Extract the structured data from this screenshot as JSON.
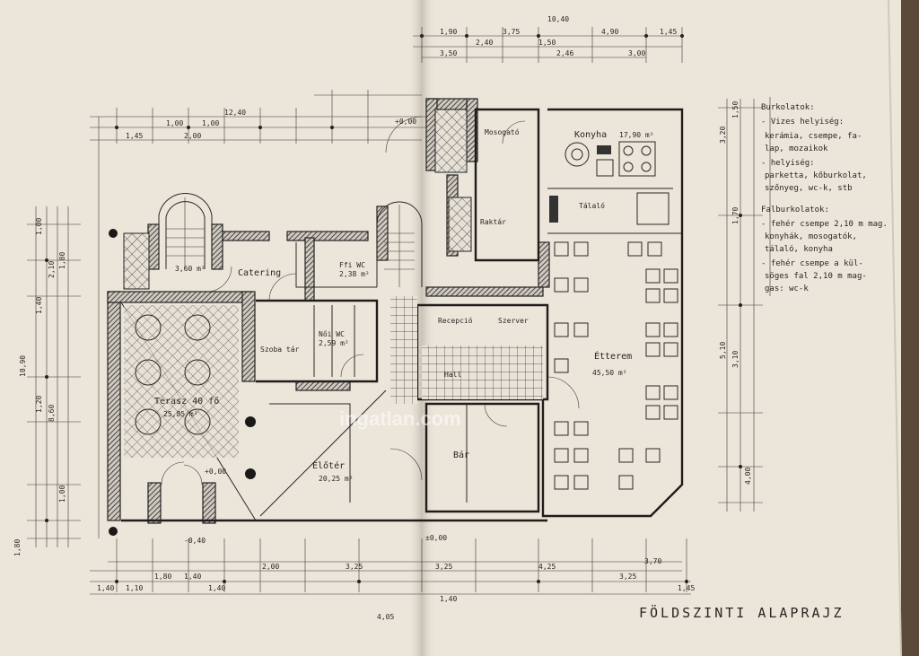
{
  "drawing": {
    "title": "FÖLDSZINTI ALAPRAJZ",
    "rooms": [
      {
        "name": "Konyha",
        "area": "17,90 m²"
      },
      {
        "name": "Étterem",
        "area": "45,50 m²"
      },
      {
        "name": "Terasz 40 fő",
        "area": "25,85 m²"
      },
      {
        "name": "Előtér",
        "area": "20,25 m²"
      },
      {
        "name": "Bár",
        "area": ""
      },
      {
        "name": "Recepció",
        "area": ""
      },
      {
        "name": "Szerver",
        "area": ""
      },
      {
        "name": "Hall",
        "area": ""
      },
      {
        "name": "Catering",
        "area": "3,60 m²"
      },
      {
        "name": "Szoba tár",
        "area": ""
      },
      {
        "name": "Ffi WC",
        "area": "2,38 m²"
      },
      {
        "name": "Női WC",
        "area": "2,59 m²"
      },
      {
        "name": "Mosogató",
        "area": ""
      },
      {
        "name": "Tálaló",
        "area": ""
      },
      {
        "name": "Raktár",
        "area": ""
      }
    ],
    "levels": [
      "±0,00",
      "+0,00",
      "-0,40",
      "+0,00"
    ],
    "dimensions": {
      "top": [
        "10,40",
        "1,90",
        "2,40",
        "3,75",
        "1,50",
        "2,46",
        "4,90",
        "1,45",
        "3,00",
        "3,50",
        "12,40",
        "1,00",
        "2,00",
        "1,00",
        "1,45"
      ],
      "left": [
        "10,90",
        "1,00",
        "2,10",
        "1,80",
        "1,40",
        "1,20",
        "8,60",
        "1,00",
        "1,80"
      ],
      "right": [
        "1,50",
        "3,20",
        "1,70",
        "5,10",
        "3,10",
        "4,00"
      ],
      "bottom": [
        "1,40",
        "1,10",
        "1,80",
        "1,40",
        "1,40",
        "2,00",
        "3,25",
        "3,25",
        "1,40",
        "4,25",
        "3,25",
        "3,70",
        "1,45",
        "4,05"
      ]
    },
    "notes": {
      "heading1": "Burkolatok:",
      "lines1": [
        "- Vizes helyiség:",
        "kerámia, csempe, fa-",
        "lap, mozaikok",
        "- helyiség:",
        "parketta, kőburkolat,",
        "szőnyeg, wc-k, stb"
      ],
      "heading2": "Falburkolatok:",
      "lines2": [
        "- fehér csempe 2,10 m mag.",
        "konyhák, mosogatók,",
        "tálaló, konyha",
        "- fehér csempe a kül-",
        "söges fal 2,10 m mag-",
        "gas: wc-k"
      ]
    },
    "watermark": "ingatlan.com"
  }
}
